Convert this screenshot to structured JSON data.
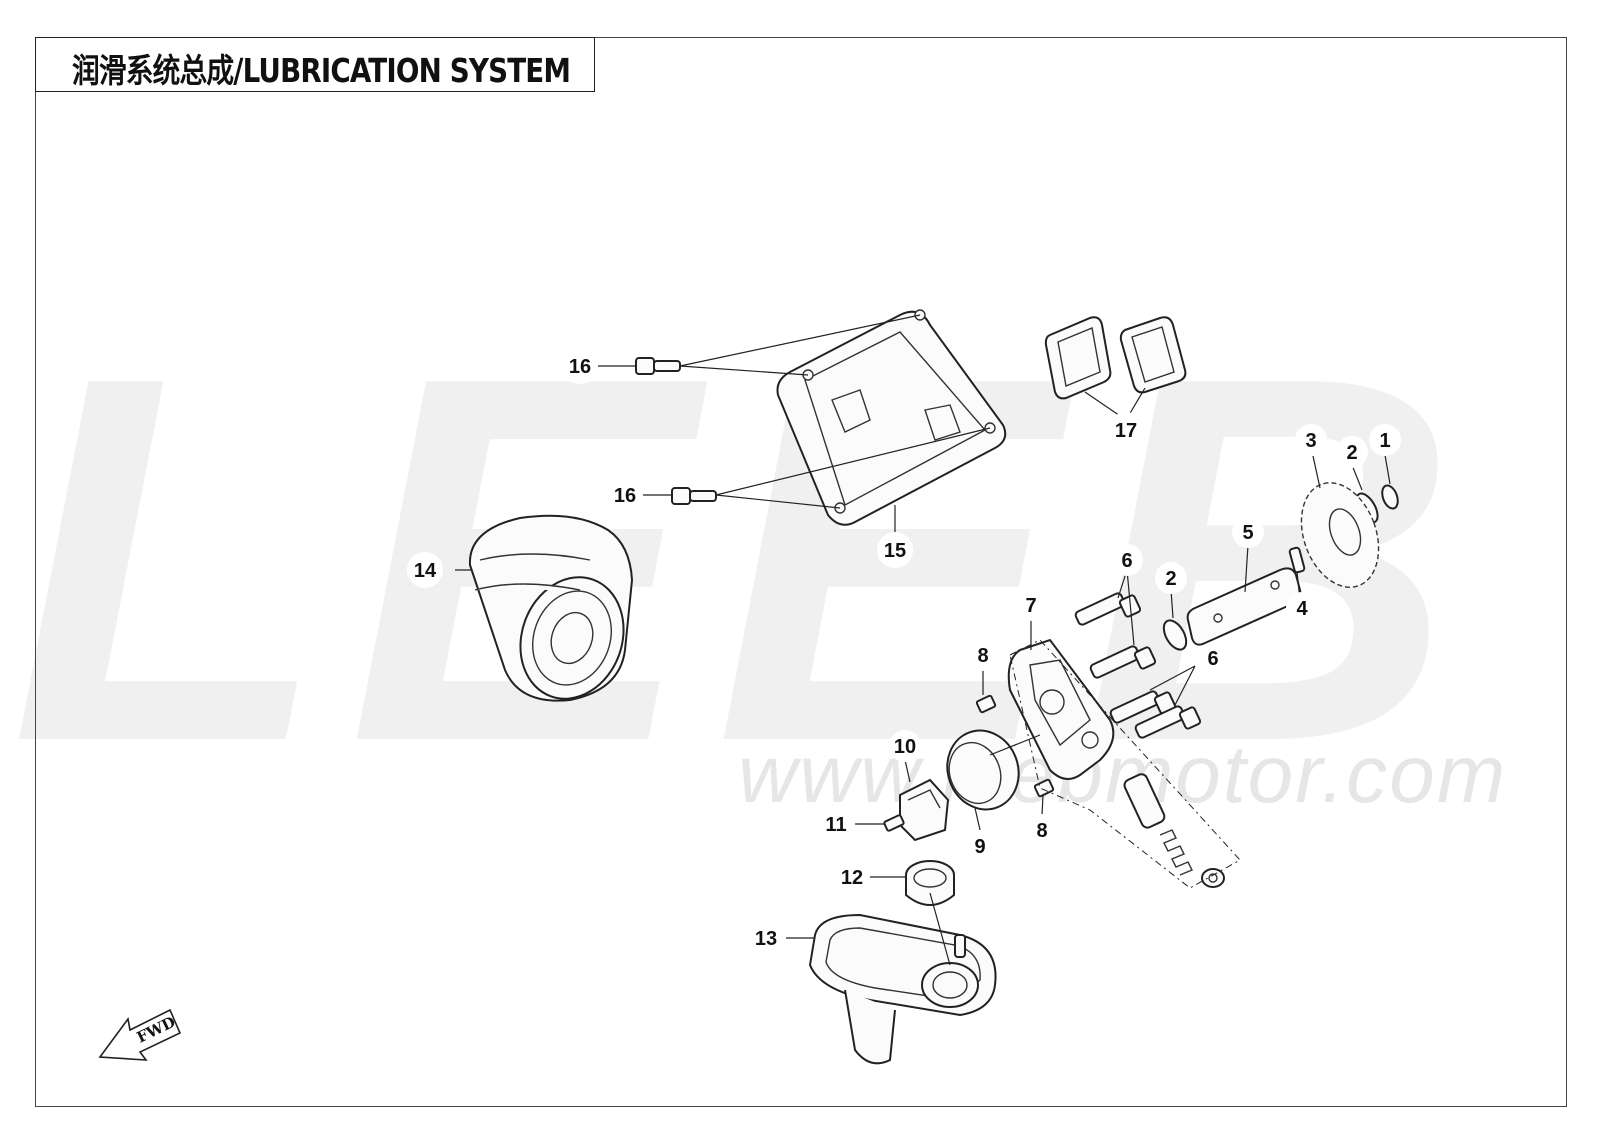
{
  "title": "润滑系统总成/LUBRICATION SYSTEM",
  "watermark": {
    "brand": "LEEB",
    "url": "www.leebmotor.com"
  },
  "fwd_label": "FWD",
  "callouts": [
    "1",
    "2",
    "2",
    "3",
    "4",
    "5",
    "6",
    "6",
    "7",
    "8",
    "8",
    "9",
    "10",
    "11",
    "12",
    "13",
    "14",
    "15",
    "16",
    "16",
    "17"
  ],
  "colors": {
    "line": "#222222",
    "frame": "#444444",
    "watermark": "#f0f0f0"
  }
}
